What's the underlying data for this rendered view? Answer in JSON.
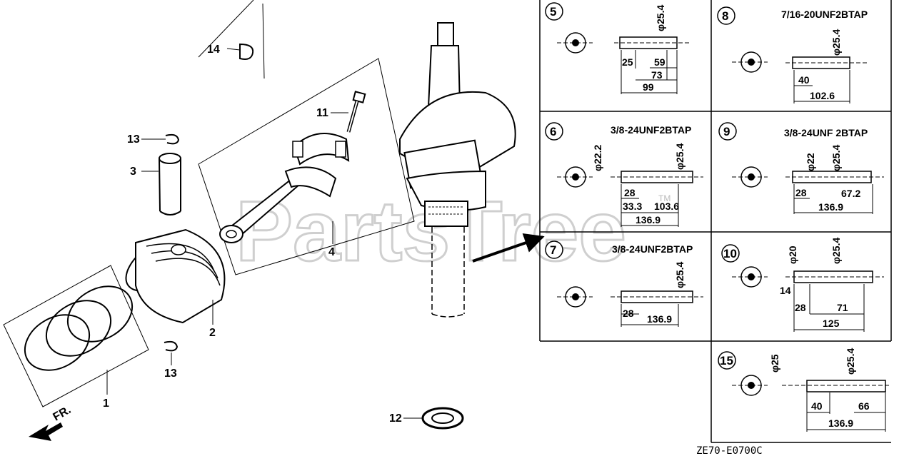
{
  "watermark": {
    "text": "PartsTree",
    "tm": "TM"
  },
  "diagram_code": "ZE70-E0700C",
  "front_label": "FR.",
  "callouts": {
    "p1": "1",
    "p2": "2",
    "p3": "3",
    "p4": "4",
    "p11": "11",
    "p12": "12",
    "p13a": "13",
    "p13b": "13",
    "p14": "14"
  },
  "variants": [
    {
      "id": "5",
      "dims": [
        "φ25.4",
        "25",
        "59",
        "73",
        "99"
      ]
    },
    {
      "id": "6",
      "thread": "3/8-24UNF2BTAP",
      "dims": [
        "φ22.2",
        "φ25.4",
        "28",
        "33.3",
        "103.6",
        "136.9"
      ]
    },
    {
      "id": "7",
      "thread": "3/8-24UNF2BTAP",
      "dims": [
        "φ25.4",
        "28",
        "136.9"
      ]
    },
    {
      "id": "8",
      "thread": "7/16-20UNF2BTAP",
      "dims": [
        "φ25.4",
        "40",
        "102.6"
      ]
    },
    {
      "id": "9",
      "thread": "3/8-24UNF 2BTAP",
      "dims": [
        "φ22",
        "φ25.4",
        "28",
        "67.2",
        "136.9"
      ]
    },
    {
      "id": "10",
      "dims": [
        "φ20",
        "φ25.4",
        "14",
        "28",
        "71",
        "125"
      ]
    },
    {
      "id": "15",
      "dims": [
        "φ25",
        "φ25.4",
        "40",
        "66",
        "136.9"
      ]
    }
  ]
}
